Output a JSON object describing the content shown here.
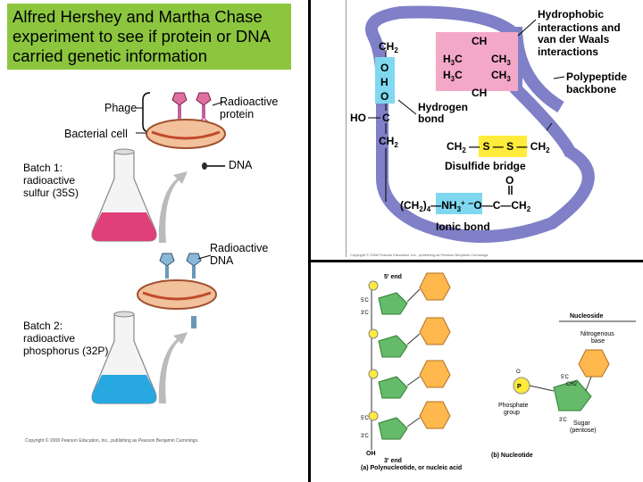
{
  "title": "Alfred Hershey and Martha Chase experiment to see if protein or DNA carried genetic information",
  "experiment": {
    "phage": "Phage",
    "radioactive_protein": "Radioactive\nprotein",
    "bacterial_cell": "Bacterial cell",
    "dna": "DNA",
    "batch1": "Batch 1:\nradioactive\nsulfur (35S)",
    "radioactive_dna": "Radioactive\nDNA",
    "batch2": "Batch 2:\nradioactive\nphosphorus (32P)",
    "copyright": "Copyright © 2008 Pearson Education, Inc., publishing as Pearson Benjamin Cummings."
  },
  "protein": {
    "hydrophobic": "Hydrophobic\ninteractions and\nvan der Waals\ninteractions",
    "backbone": "Polypeptide\nbackbone",
    "hydrogen_bond": "Hydrogen\nbond",
    "disulfide": "Disulfide bridge",
    "ionic": "Ionic bond",
    "ch2": "CH",
    "ch": "CH",
    "h3c": "H3C",
    "ch3": "CH3",
    "ho": "HO",
    "c": "C",
    "o": "O",
    "h": "H",
    "ch2_s_s": "CH2 — S — S — CH2",
    "ionic_formula": "(CH2)4—NH3+ −O—C—CH2",
    "copyright": "Copyright © 2008 Pearson Education, Inc., publishing as Pearson Benjamin Cummings."
  },
  "nucleic": {
    "five_end": "5' end",
    "three_end": "3' end",
    "c5": "5'C",
    "c3": "3'C",
    "oh": "OH",
    "nucleoside": "Nucleoside",
    "nitrogenous_base": "Nitrogenous\nbase",
    "phosphate_group": "Phosphate\ngroup",
    "sugar": "Sugar\n(pentose)",
    "ch2": "CH2",
    "o": "O",
    "caption_a": "(a) Polynucleotide, or nucleic acid",
    "caption_b": "(b) Nucleotide"
  },
  "colors": {
    "title_bg": "#8cc63f",
    "backbone": "#8080c8",
    "pink_box": "#f4a8c8",
    "yellow": "#ffeb3b",
    "cyan": "#7fd8f0",
    "base": "#ffb84d",
    "sugar": "#66bb6a",
    "flask1": "#e0407a",
    "flask2": "#27a8e0"
  }
}
